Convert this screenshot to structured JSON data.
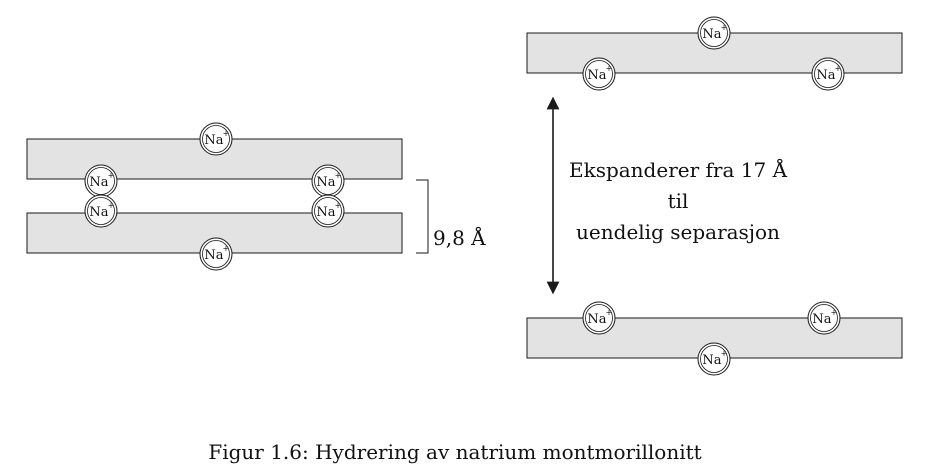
{
  "figure": {
    "ion_label": "Na",
    "ion_charge": "+",
    "spacing_label": "9,8 Å",
    "expansion_line1": "Ekspanderer fra 17 Å",
    "expansion_line2": "til",
    "expansion_line3": "uendelig separasjon",
    "caption": "Figur 1.6: Hydrering av natrium montmorillonitt"
  },
  "colors": {
    "layer_fill": "#e3e3e3",
    "stroke": "#1a1a1a"
  }
}
